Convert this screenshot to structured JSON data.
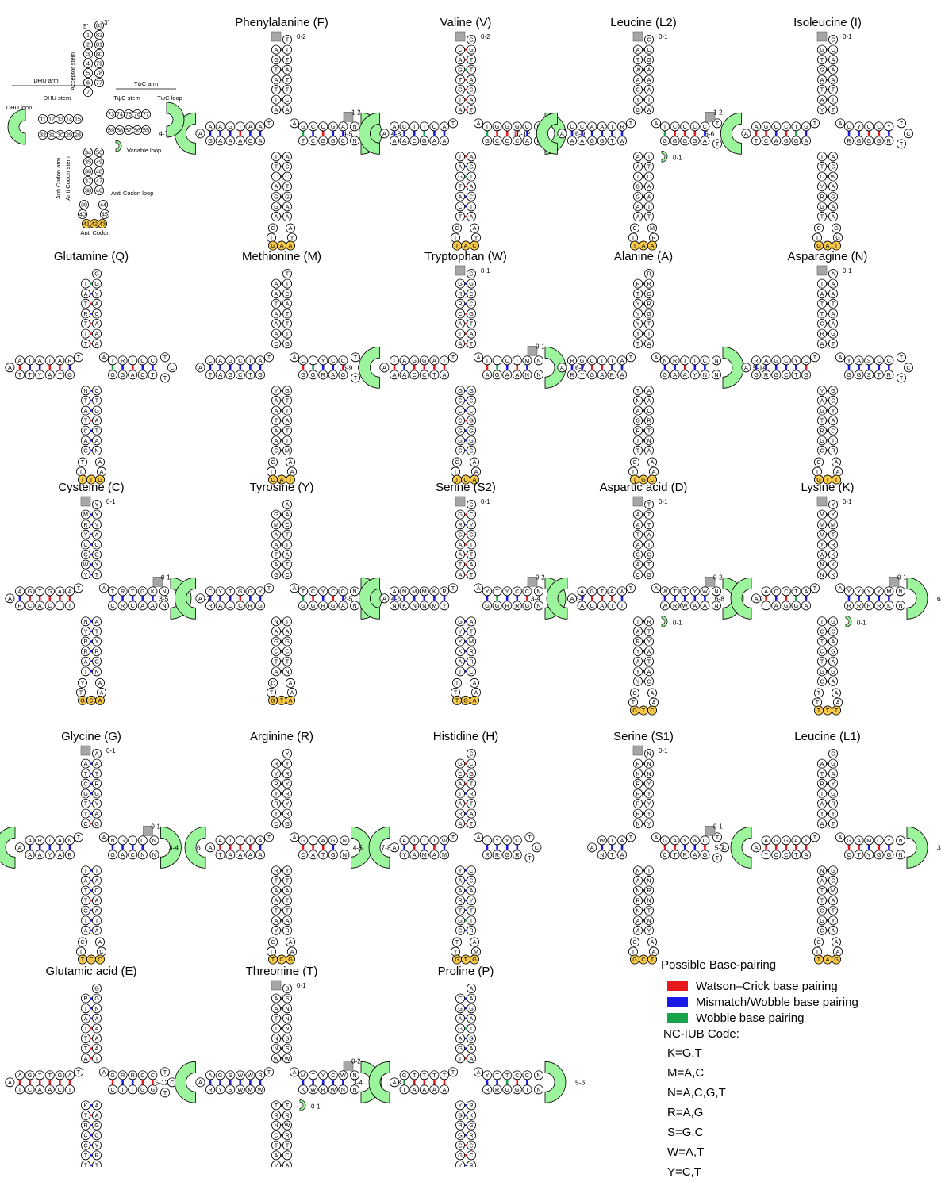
{
  "colors": {
    "watson_crick": "#e8191c",
    "mismatch_wobble": "#1a1ae6",
    "wobble": "#17a34a",
    "anticodon_fill": "#f7c948",
    "loop_fill": "#9cf59c",
    "gap_box": "#a6a6a6"
  },
  "schematic": {
    "five_prime": "5'",
    "three_prime": "3'",
    "acceptor_stem": "Acceptor stem",
    "dhu_arm": "DHU arm",
    "dhu_stem": "DHU stem",
    "dhu_loop": "DHU loop",
    "tpsic_arm": "TψC arm",
    "tpsic_stem": "TψC stem",
    "tpsic_loop": "TψC loop",
    "variable_loop": "Variable loop",
    "anticodon_arm": "Anti Codon arm",
    "anticodon_stem": "Anti Codon stem",
    "anticodon_loop": "Anti Codon loop",
    "anticodon": "Anti Codon",
    "positions": [
      "1",
      "2",
      "3",
      "4",
      "5",
      "6",
      "7",
      "8",
      "9",
      "10",
      "11",
      "12",
      "13",
      "14",
      "15",
      "16",
      "17",
      "18",
      "19",
      "20",
      "21",
      "22",
      "23",
      "24",
      "25",
      "26",
      "27",
      "28",
      "29",
      "30",
      "31",
      "32",
      "33",
      "34",
      "35",
      "36",
      "37",
      "38",
      "39",
      "40",
      "41",
      "42",
      "43",
      "44",
      "45",
      "46",
      "47",
      "48",
      "49",
      "50",
      "51",
      "52",
      "53",
      "54",
      "55",
      "56",
      "57",
      "58",
      "59",
      "60",
      "61",
      "62",
      "63",
      "64",
      "65",
      "66",
      "67",
      "68",
      "69",
      "70",
      "71",
      "72",
      "73",
      "74",
      "75",
      "76",
      "77",
      "78",
      "79",
      "80",
      "81",
      "82",
      "83"
    ]
  },
  "trnas": [
    {
      "name": "Phenylalanine (F)",
      "acc5": "AGTATTA",
      "acc3": "ACTTATT",
      "d5": "AATGAA",
      "d3": "ACAAAG",
      "dloop": "4-7",
      "ac5": "TTCAGGA",
      "ac3": "ACCTGAA",
      "acloop": "CT",
      "acr": "AY",
      "anticodon": "GAA",
      "t5": "GCCGA",
      "t3": "TCGGC",
      "tloop": "4-8",
      "notes": [
        "0-2",
        "1-2"
      ]
    },
    {
      "name": "Valine (V)",
      "acc5": "CAGTGTA",
      "acc3": "TACATTG",
      "d5": "ACTTCA",
      "d3": "AAGCAA",
      "dloop": "4-5",
      "ac5": "TAGTACT",
      "ac3": "AGTACTA",
      "acloop": "CT",
      "acr": "AY",
      "anticodon": "TAC",
      "t5": "TGGGC",
      "t3": "GCCCA",
      "tloop": "6-9",
      "notes": [
        "0-2"
      ]
    },
    {
      "name": "Leucine (L2)",
      "acc5": "ATWACYG",
      "acc3": "WTAAAGC",
      "d5": "RTAACC",
      "d3": "WTGGAA",
      "dloop": "10-12",
      "ac5": "AATGGAA",
      "ac3": "TTCAATT",
      "acloop": "CT",
      "acr": "MR",
      "anticodon": "TAA",
      "t5": "TCCCC",
      "t3": "GGGGA",
      "tloop": "",
      "notes": [
        "0-1",
        "1-2",
        "0-1"
      ]
    },
    {
      "name": "Isoleucine (I)",
      "acc5": "GTGATAY",
      "acc3": "TTTAAAC",
      "d5": "GTCCGA",
      "d3": "AGGACT",
      "dloop": "5-6",
      "ac5": "TTCYRGT",
      "ac3": "ACWAGAA",
      "acloop": "CT",
      "acr": "GG",
      "anticodon": "GAT",
      "t5": "CYCCY",
      "t3": "RGGGR",
      "tloop": "",
      "notes": [
        "0-1"
      ]
    },
    {
      "name": "Glutamine (Q)",
      "acc5": "TATRTTT",
      "acc3": "AAACAYG",
      "d5": "RATATA",
      "d3": "GTAYTT",
      "dloop": "",
      "ac5": "NTATCAG",
      "ac3": "CTGATAN",
      "acloop": "TT",
      "acr": "AA",
      "anticodon": "TTG",
      "t5": "TRTCC",
      "t3": "GGACT",
      "tloop": "",
      "notes": []
    },
    {
      "name": "Methionine (M)",
      "acc5": "AATAAAC",
      "acc3": "GTTTACT",
      "d5": "ATCGAC",
      "d3": "GTCGAT",
      "dloop": "",
      "ac5": "YAATAAC",
      "ac3": "GTTATTM",
      "acloop": "CT",
      "acr": "AA",
      "anticodon": "CAT",
      "t5": "CTYCC",
      "t3": "GGRAG",
      "tloop": "",
      "notes": []
    },
    {
      "name": "Tryptophan (W)",
      "acc5": "GRRCATA",
      "acc3": "TATGCCG",
      "d5": "TAGGAT",
      "d3": "ATCCAA",
      "dloop": "6-9",
      "ac5": "GCCCGGC",
      "ac3": "GCCGGGC",
      "acloop": "CT",
      "acr": "AA",
      "anticodon": "TCA",
      "t5": "TTCTM",
      "t3": "AGAAN",
      "tloop": "6-7",
      "notes": [
        "0-1",
        "0-1"
      ]
    },
    {
      "name": "Alanine (A)",
      "acc5": "RTYYYYT",
      "acc3": "ATTGRGR",
      "d5": "ATTCGR",
      "d3": "ARAGYR",
      "dloop": "",
      "ac5": "TNAGRTT",
      "ac3": "AACRTNA",
      "acloop": "CT",
      "acr": "AA",
      "anticodon": "TGC",
      "t5": "NRTTC",
      "t3": "GAAYN",
      "tloop": "5-14",
      "notes": []
    },
    {
      "name": "Asparagine (N)",
      "acc5": "TATTCRA",
      "acc3": "TGAATAA",
      "d5": "CYCGAR",
      "d3": "GTCGRG",
      "dloop": "",
      "ac5": "YAGTRGC",
      "ac3": "GCYACTR",
      "acloop": "CT",
      "acr": "AA",
      "anticodon": "GTT",
      "t5": "YASCC",
      "t3": "GGSTR",
      "tloop": "",
      "notes": [
        "0-1"
      ]
    },
    {
      "name": "Cysteine (C)",
      "acc5": "MRYCGWY",
      "acc3": "TYGCAYY",
      "d5": "AAGTGA",
      "d3": "TTCACR",
      "dloop": "",
      "ac5": "NYRRAT",
      "ac3": "ATYRGN",
      "acloop": "YT",
      "acr": "AA",
      "anticodon": "GCA",
      "t5": "TRTGK",
      "t3": "CRCAA",
      "tloop": "3-7",
      "notes": [
        "0-1",
        "0-1"
      ]
    },
    {
      "name": "Tyrosine (Y)",
      "acc5": "GMAATAG",
      "acc3": "CTATTCA",
      "d5": "YGGTYC",
      "d3": "GRCCAR",
      "dloop": "3-5",
      "ac5": "NAGCTA",
      "ac3": "TAGCTN",
      "acloop": "CT",
      "acr": "AA",
      "anticodon": "GTA",
      "t5": "TCYCC",
      "t3": "GGRGA",
      "tloop": "4-6",
      "notes": []
    },
    {
      "name": "Serine (S2)",
      "acc5": "GRGAATA",
      "acc3": "TATTCYC",
      "d5": "RKMMNA",
      "d3": "YMNNKN",
      "dloop": "2-5",
      "ac5": "GYYKAT",
      "ac3": "ATMRRC",
      "acloop": "TT",
      "acr": "AA",
      "anticodon": "TGA",
      "t5": "YTYCC",
      "t3": "GGRRG",
      "tloop": "5-7",
      "notes": [
        "0-1",
        "0-2"
      ]
    },
    {
      "name": "Aspartic acid (D)",
      "acc5": "AATAGAC",
      "acc3": "GTCTATT",
      "d5": "WATGA",
      "d3": "TTACA",
      "dloop": "3-4",
      "ac5": "TARYAYY",
      "ac3": "RTYWTAC",
      "acloop": "CT",
      "acr": "AA",
      "anticodon": "GTC",
      "t5": "WTTYW",
      "t3": "WRWAA",
      "tloop": "5-9",
      "notes": [
        "0-1",
        "0-2",
        "0-1"
      ]
    },
    {
      "name": "Lysine (K)",
      "acc5": "MMMYWNN",
      "acc3": "KKKRTMY",
      "d5": "ATCCA",
      "d3": "AGGAT",
      "dloop": "6-8",
      "ac5": "TCTCTGC",
      "ac3": "GCAGAGA",
      "acloop": "TT",
      "acr": "AA",
      "anticodon": "TTT",
      "t5": "YYYYM",
      "t3": "RRRRK",
      "tloop": "6-11",
      "notes": [
        "0-1",
        "0-1",
        "0-1",
        "0-3"
      ]
    },
    {
      "name": "Glycine (G)",
      "acc5": "ATCGTYC",
      "acc3": "GAYGRTA",
      "d5": "NATRA",
      "d3": "RAYAA",
      "dloop": "2-5",
      "ac5": "TATTGTA",
      "ac3": "TACAATA",
      "acloop": "CT",
      "acr": "AC",
      "anticodon": "TCC",
      "t5": "NGTC",
      "t3": "GACN",
      "tloop": "5-6",
      "notes": [
        "0-1",
        "0-1"
      ]
    },
    {
      "name": "Arginine (R)",
      "acc5": "RYRYRYC",
      "acc3": "GRYRYRY",
      "d5": "ATTTA",
      "d3": "AAAAT",
      "dloop": "3-4",
      "ac5": "RTAATAY",
      "ac3": "YTATTAR",
      "acloop": "CT",
      "acr": "AA",
      "anticodon": "TCG",
      "t5": "GTAG",
      "t3": "CATG",
      "tloop": "7-8",
      "notes": []
    },
    {
      "name": "Histidine (H)",
      "acc5": "GCATARA",
      "acc3": "TATRTGC",
      "d5": "WTTTA",
      "d3": "MAMAY",
      "dloop": "4-5",
      "ac5": "YAARTGG",
      "ac3": "CCAYTTR",
      "acloop": "TY",
      "acr": "AM",
      "anticodon": "GTG",
      "t5": "CYYC",
      "t3": "RRGR",
      "tloop": "",
      "notes": []
    },
    {
      "name": "Serine (S1)",
      "acc5": "RNRRRRN",
      "acc3": "YYYYYNN",
      "d5": "ATW",
      "d3": "ATN",
      "dloop": "",
      "ac5": "NANRNAA",
      "ac3": "TNRNTNY",
      "acloop": "CT",
      "acr": "AA",
      "anticodon": "GCT",
      "t5": "GAYWC",
      "t3": "CTRAG",
      "tloop": "",
      "notes": [
        "0-1",
        "0-1"
      ]
    },
    {
      "name": "Leucine (L1)",
      "acc5": "ATRTAYA",
      "acc3": "TYRGYAG",
      "d5": "TAGGA",
      "d3": "ATCCT",
      "dloop": "5-7",
      "ac5": "NATTGGC",
      "ac3": "GCMATYA",
      "acloop": "CT",
      "acr": "AA",
      "anticodon": "TAG",
      "t5": "GAMCY",
      "t3": "CTYGG",
      "tloop": "3-5",
      "notes": []
    },
    {
      "name": "Glutamic acid (E)",
      "acc5": "RTATTTA",
      "acc3": "TAAAANG",
      "d5": "AGTTGA",
      "d3": "TCAACT",
      "dloop": "",
      "ac5": "KTRCCTT",
      "ac3": "AAGCYRT",
      "acloop": "CT",
      "acr": "AA",
      "anticodon": "TTC",
      "t5": "GRRCC",
      "t3": "CTTGG",
      "tloop": "",
      "notes": []
    },
    {
      "name": "Threonine (T)",
      "acc5": "AATTNNW",
      "acc3": "WSSNNNS",
      "d5": "RWWSGA",
      "d3": "WMWSYR",
      "dloop": "5-12",
      "ac5": "TRNCTAY",
      "ac3": "TRWRTCA",
      "acloop": "YT",
      "acr": "AA",
      "anticodon": "TGT",
      "t5": "MTYCW",
      "t3": "KWRWN",
      "tloop": "5-8",
      "notes": [
        "0-1",
        "0-2",
        "0-1"
      ]
    },
    {
      "name": "Proline (P)",
      "acc5": "CGAGAGT",
      "acc3": "AAGTAGA",
      "d5": "TTTTG",
      "d3": "AAAAT",
      "dloop": "3-4",
      "ac5": "YGRGGGY",
      "ac3": "RKGRCCR",
      "acloop": "CT",
      "acr": "AK",
      "anticodon": "TGG",
      "t5": "YTTCC",
      "t3": "RRGGT",
      "tloop": "5-6",
      "notes": []
    }
  ],
  "legend": {
    "title": "Possible Base-pairing",
    "items": [
      {
        "label": "Watson–Crick base pairing",
        "color": "#e8191c"
      },
      {
        "label": "Mismatch/Wobble base pairing",
        "color": "#1a1ae6"
      },
      {
        "label": "Wobble base pairing",
        "color": "#17a34a"
      }
    ],
    "code_title": "NC-IUB Code:",
    "codes": [
      "K=G,T",
      "M=A,C",
      "N=A,C,G,T",
      "R=A,G",
      "S=G,C",
      "W=A,T",
      "Y=C,T"
    ]
  }
}
